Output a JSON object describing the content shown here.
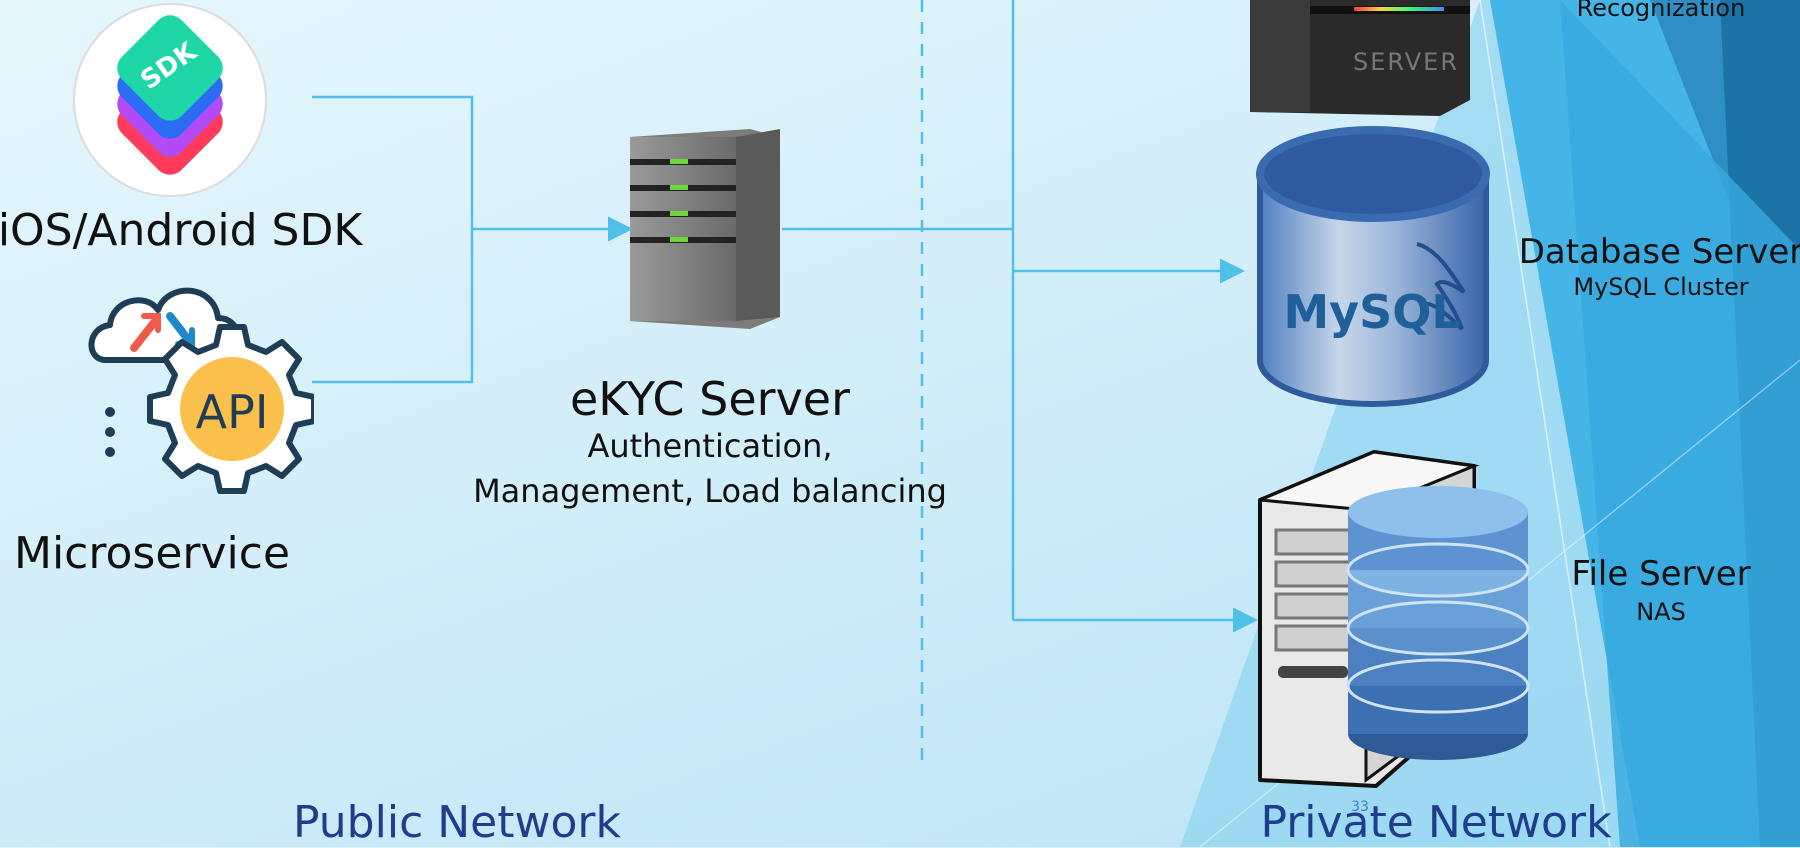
{
  "client_sdk": {
    "badge": "SDK",
    "label": "iOS/Android SDK"
  },
  "client_api": {
    "badge": "API",
    "dots": "⋮",
    "label": "Microservice"
  },
  "ekyc": {
    "title": "eKYC Server",
    "desc_line1": "Authentication,",
    "desc_line2": "Management, Load balancing"
  },
  "face_server": {
    "case_text": "SERVER",
    "sub": "Recognization"
  },
  "db_server": {
    "title": "Database Server",
    "sub": "MySQL Cluster",
    "logo_text": "MySQL"
  },
  "file_server": {
    "title": "File Server",
    "sub": "NAS"
  },
  "networks": {
    "public": "Public Network",
    "private": "Private Network"
  },
  "slide_number": "33",
  "colors": {
    "connector": "#4fc0e8",
    "network_label": "#1f3d8a",
    "accent_blue": "#1e88c8"
  }
}
